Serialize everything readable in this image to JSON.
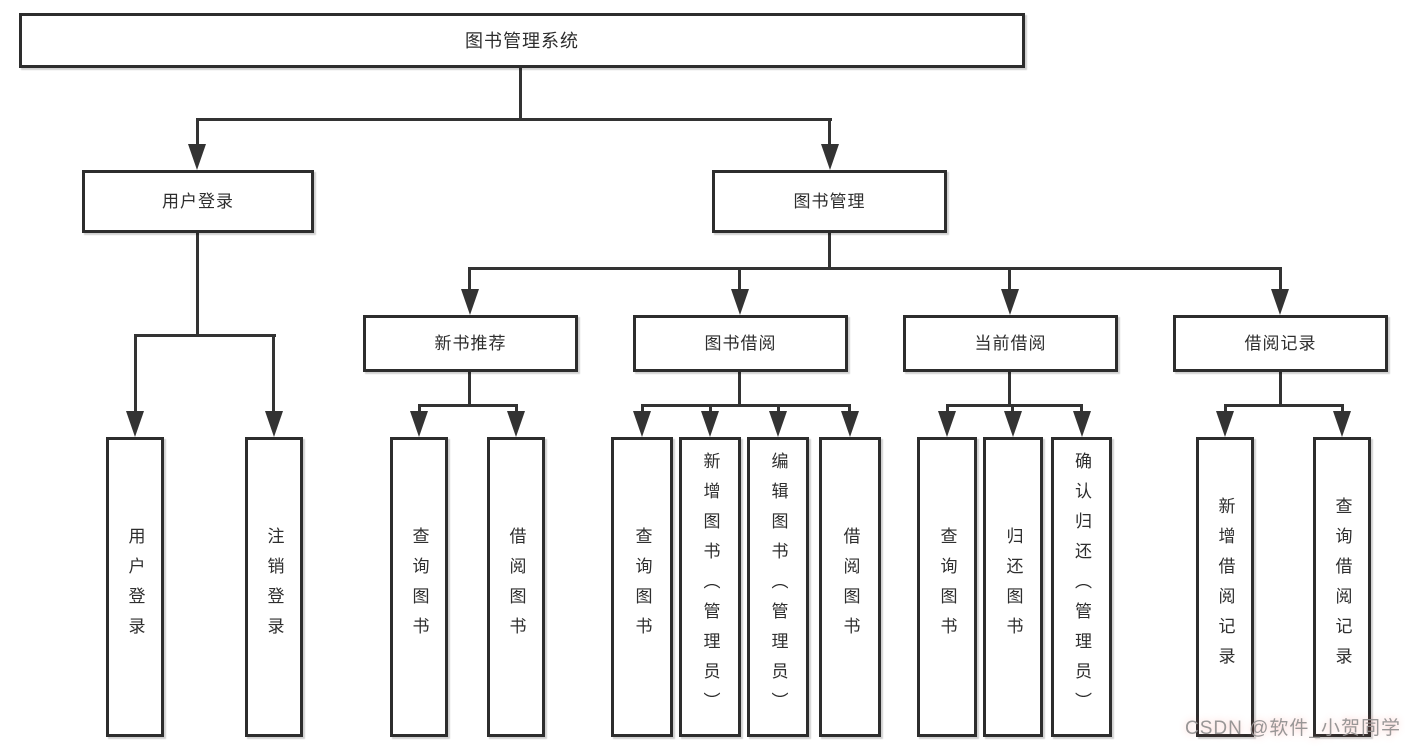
{
  "tree": {
    "root": "图书管理系统",
    "user_login": {
      "label": "用户登录",
      "leaves": [
        "用户登录",
        "注销登录"
      ]
    },
    "book_mgmt": {
      "label": "图书管理",
      "groups": [
        {
          "label": "新书推荐",
          "leaves": [
            "查询图书",
            "借阅图书"
          ]
        },
        {
          "label": "图书借阅",
          "leaves": [
            "查询图书",
            "新增图书（管理员）",
            "编辑图书（管理员）",
            "借阅图书"
          ]
        },
        {
          "label": "当前借阅",
          "leaves": [
            "查询图书",
            "归还图书",
            "确认归还（管理员）"
          ]
        },
        {
          "label": "借阅记录",
          "leaves": [
            "新增借阅记录",
            "查询借阅记录"
          ]
        }
      ]
    }
  },
  "watermark": "CSDN @软件_小贺同学"
}
